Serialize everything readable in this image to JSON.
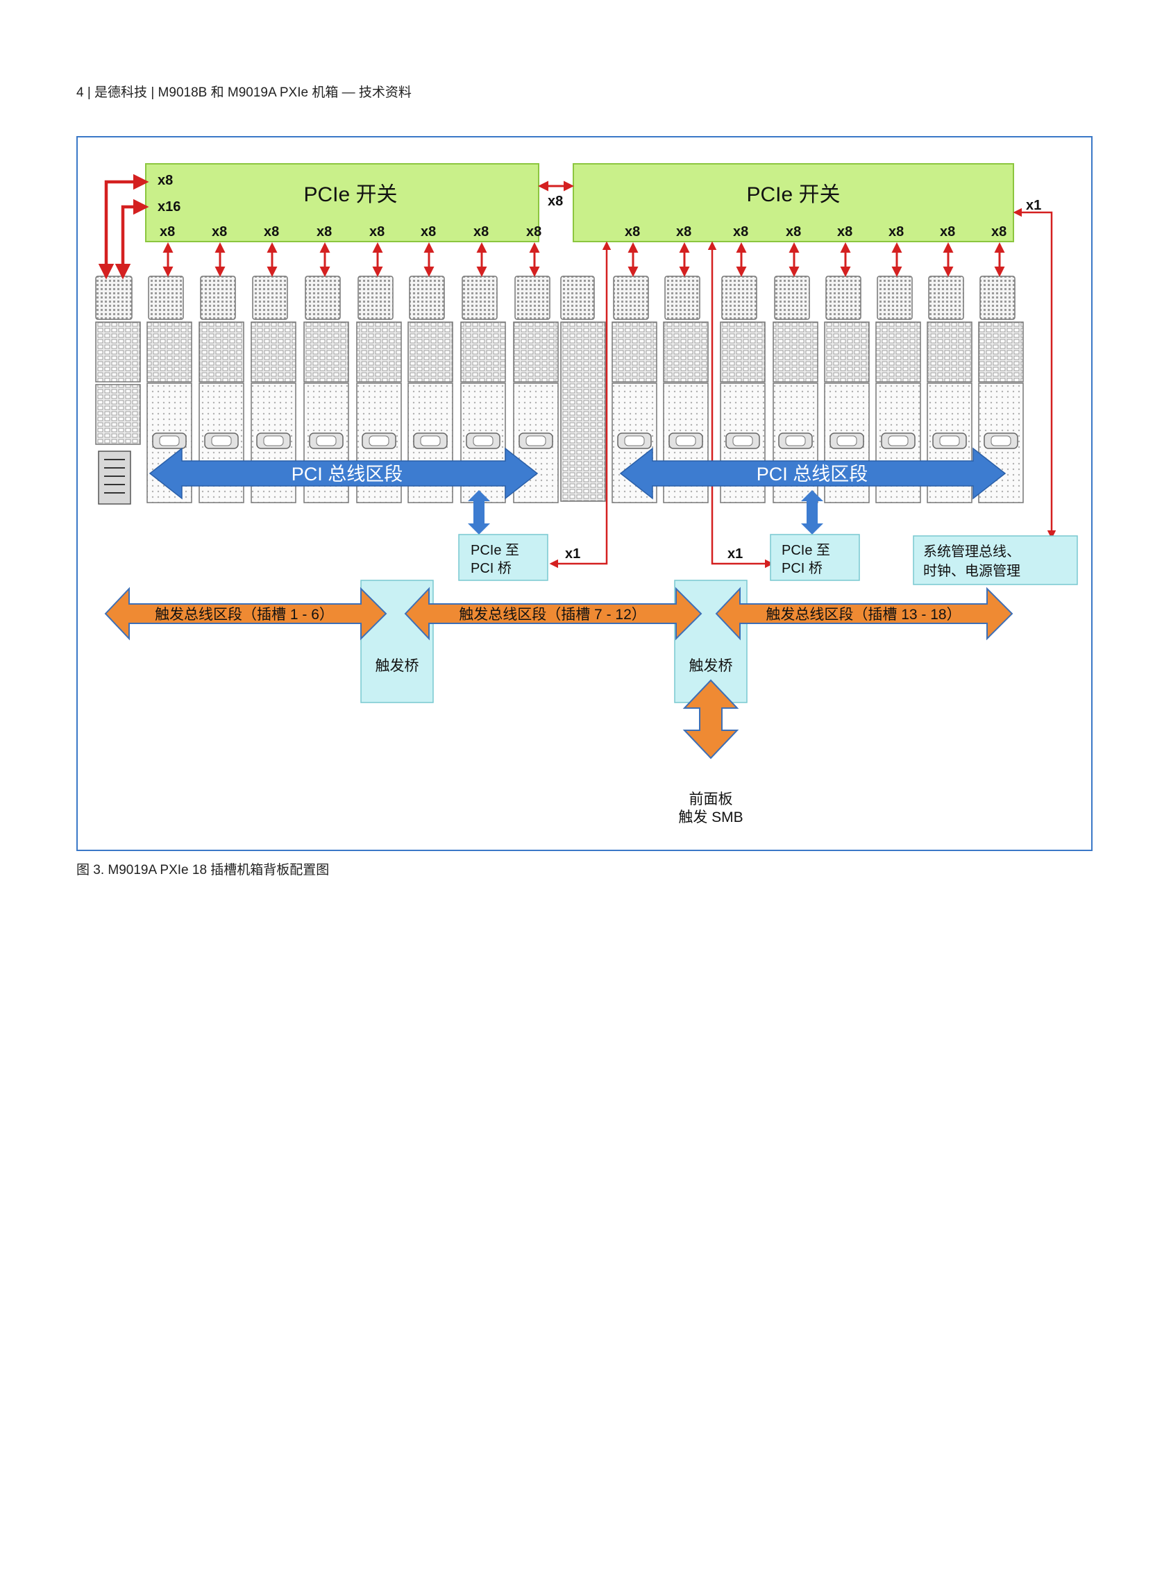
{
  "header": {
    "text": "4 | 是德科技 | M9018B 和 M9019A PXIe 机箱 — 技术资料"
  },
  "caption": {
    "text": "图 3. M9019A PXIe 18 插槽机箱背板配置图"
  },
  "diagram": {
    "pcie_switch_left": "PCIe 开关",
    "pcie_switch_right": "PCIe 开关",
    "link_x8": "x8",
    "link_x16": "x16",
    "link_x1": "x1",
    "pci_bus_segment": "PCI 总线区段",
    "pcie_to_pci_bridge_line1": "PCIe 至",
    "pcie_to_pci_bridge_line2": "PCI 桥",
    "sysmgmt_line1": "系统管理总线、",
    "sysmgmt_line2": "时钟、电源管理",
    "trigger_segment_1": "触发总线区段（插槽 1 - 6）",
    "trigger_segment_2": "触发总线区段（插槽 7 - 12）",
    "trigger_segment_3": "触发总线区段（插槽 13 - 18）",
    "trigger_bridge": "触发桥",
    "front_panel_line1": "前面板",
    "front_panel_line2": "触发 SMB"
  },
  "colors": {
    "frame": "#3a78c7",
    "switch_fill": "#c9f08a",
    "switch_border": "#8cc63f",
    "link_arrow": "#d42020",
    "pci_bus_arrow": "#3d7cd0",
    "trigger_arrow": "#ef8a33",
    "bridge_box": "#c9f1f4",
    "slot_gray": "#c8c8c8"
  }
}
